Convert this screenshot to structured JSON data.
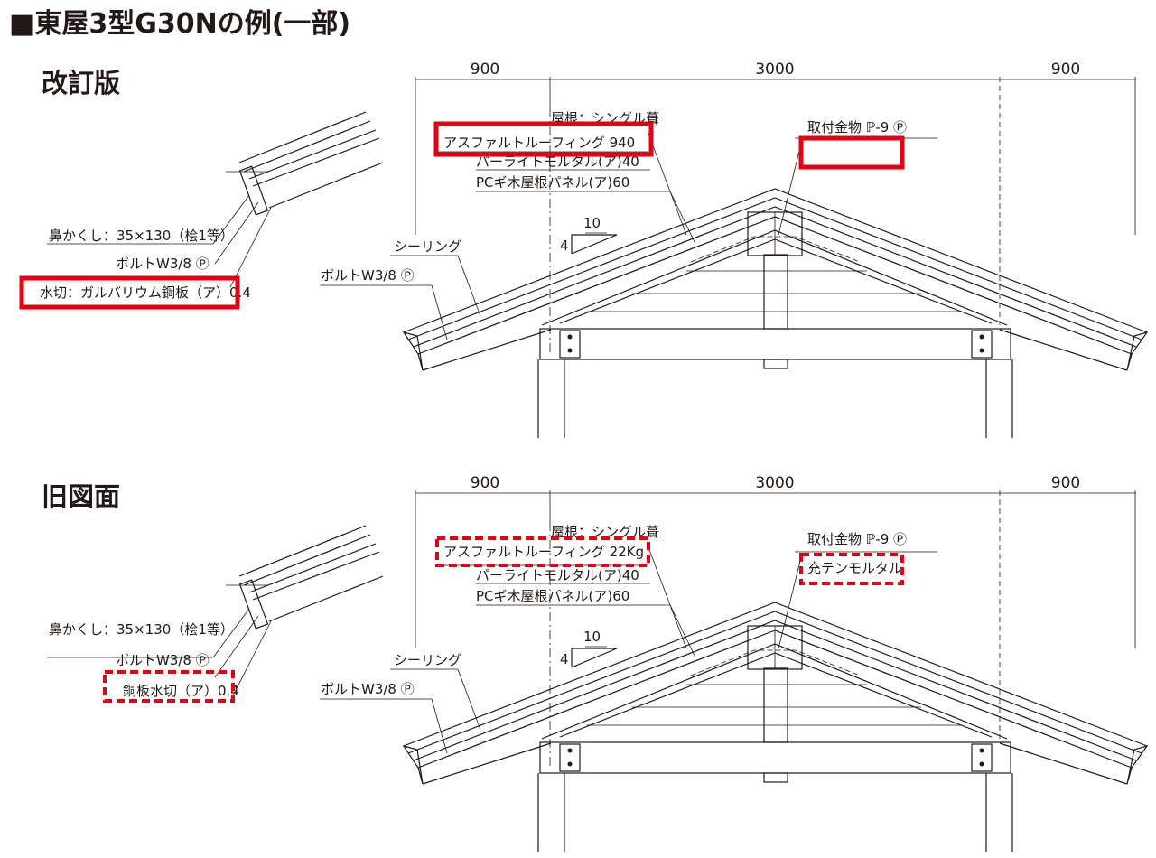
{
  "page_title": "■東屋3型G30Nの例(一部)",
  "sections": [
    {
      "heading": "改訂版",
      "dims": [
        "900",
        "3000",
        "900"
      ],
      "roof_labels": {
        "roof": "屋根：シングル葺",
        "asphalt": "アスファルトルーフィング 940",
        "perlite": "パーライトモルタル(ア)40",
        "pc_panel": "PCギ木屋根パネル(ア)60"
      },
      "fitting": "取付金物 ℙ-9 Ⓟ",
      "fitting_extra": "",
      "pitch_run": "10",
      "pitch_rise": "4",
      "sealing": "シーリング",
      "bolt_main": "ボルトW3/8 Ⓟ",
      "detail_labels": {
        "fascia": "鼻かくし：35×130（桧1等）",
        "bolt": "ボルトW3/8 Ⓟ",
        "flashing": "水切：ガルバリウム鋼板（ア）0.4"
      }
    },
    {
      "heading": "旧図面",
      "dims": [
        "900",
        "3000",
        "900"
      ],
      "roof_labels": {
        "roof": "屋根：シングル葺",
        "asphalt": "アスファルトルーフィング 22Kg",
        "perlite": "パーライトモルタル(ア)40",
        "pc_panel": "PCギ木屋根パネル(ア)60"
      },
      "fitting": "取付金物 ℙ-9 Ⓟ",
      "fitting_extra": "充テンモルタル",
      "pitch_run": "10",
      "pitch_rise": "4",
      "sealing": "シーリング",
      "bolt_main": "ボルトW3/8 Ⓟ",
      "detail_labels": {
        "fascia": "鼻かくし：35×130（桧1等）",
        "bolt": "ボルトW3/8 Ⓟ",
        "flashing": "銅板水切（ア）0.4"
      }
    }
  ],
  "colors": {
    "line": "#231815",
    "highlight": "#e60012"
  }
}
